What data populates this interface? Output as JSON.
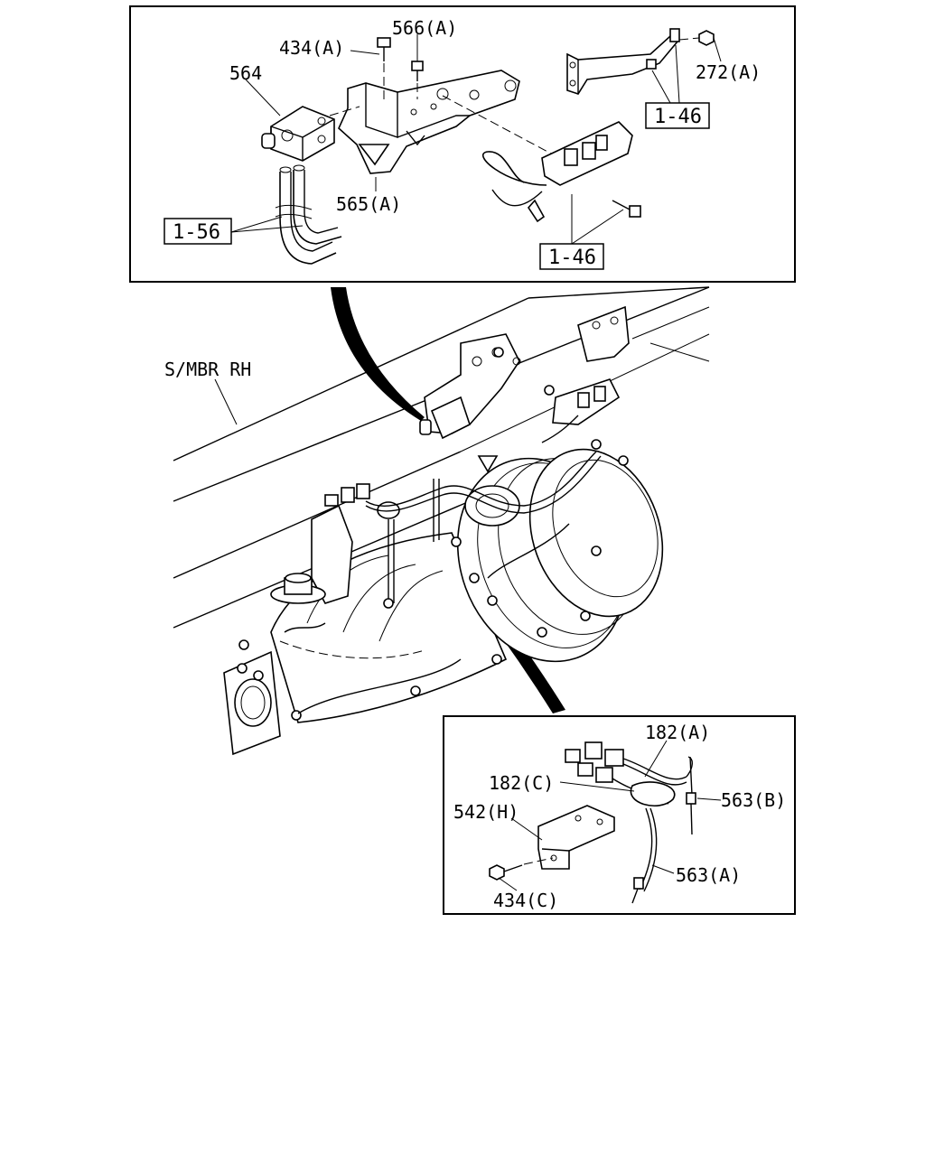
{
  "callouts": {
    "top": {
      "p434a": "434(A)",
      "p566a": "566(A)",
      "p564": "564",
      "p565a": "565(A)",
      "p272a": "272(A)",
      "ref146_upper": "1-46",
      "ref146_lower": "1-46",
      "ref156": "1-56"
    },
    "main": {
      "smbr": "S/MBR RH"
    },
    "bottom": {
      "p182a": "182(A)",
      "p182c": "182(C)",
      "p563b": "563(B)",
      "p542h": "542(H)",
      "p563a": "563(A)",
      "p434c": "434(C)"
    }
  }
}
